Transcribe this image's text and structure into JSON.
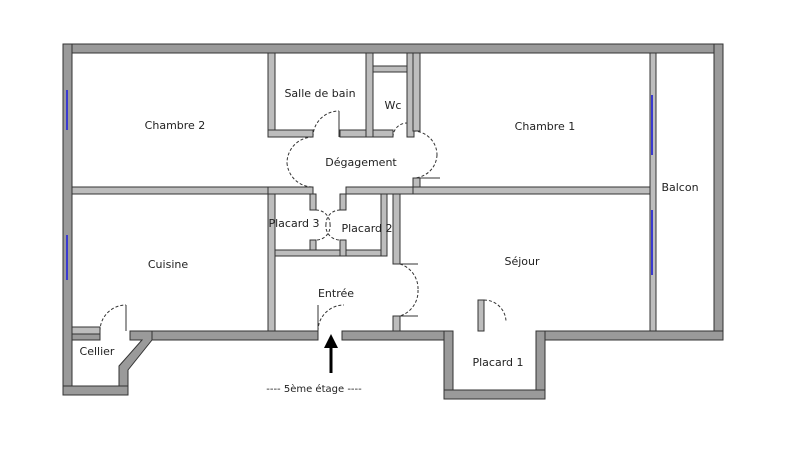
{
  "rooms": {
    "chambre2": "Chambre 2",
    "salle_de_bain": "Salle de bain",
    "wc": "Wc",
    "chambre1": "Chambre 1",
    "degagement": "Dégagement",
    "balcon": "Balcon",
    "placard3": "Placard 3",
    "placard2": "Placard 2",
    "cuisine": "Cuisine",
    "sejour": "Séjour",
    "entree": "Entrée",
    "cellier": "Cellier",
    "placard1": "Placard 1"
  },
  "floor_caption": "----  5ème étage  ----",
  "colors": {
    "wall": "#9a9a9a",
    "window": "#3a3ad0"
  }
}
